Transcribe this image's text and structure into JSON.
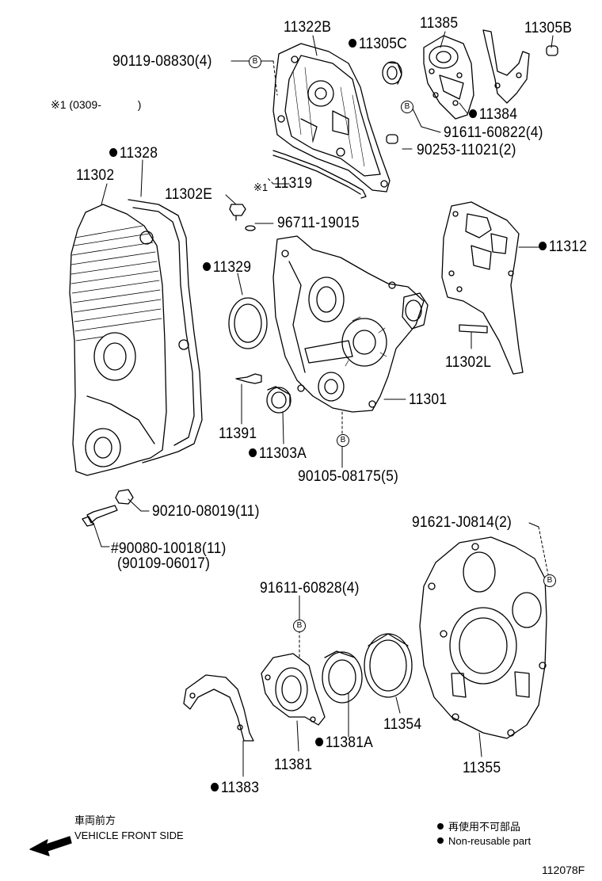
{
  "labels": {
    "p90119": "90119-08830(4)",
    "p11322B": "11322B",
    "p11305C": "11305C",
    "p11385": "11385",
    "p11305B": "11305B",
    "p11384": "11384",
    "p91611_60822": "91611-60822(4)",
    "p90253": "90253-11021(2)",
    "p11328": "11328",
    "p11302": "11302",
    "p11302E": "11302E",
    "p11319": "11319",
    "p96711": "96711-19015",
    "p11312": "11312",
    "p11329": "11329",
    "p11302L": "11302L",
    "p11301": "11301",
    "p11391": "11391",
    "p11303A": "11303A",
    "p90105": "90105-08175(5)",
    "p90210": "90210-08019(11)",
    "p90080": "#90080-10018(11)",
    "p90109": "(90109-06017)",
    "p91621": "91621-J0814(2)",
    "p91611_60828": "91611-60828(4)",
    "p11354": "11354",
    "p11381A": "11381A",
    "p11381": "11381",
    "p11355": "11355",
    "p11383": "11383"
  },
  "notes": {
    "remark": "※1 (0309-",
    "remark_close": ")",
    "remark_mark": "※1",
    "bolt_mark": "B",
    "front_jp": "車両前方",
    "front_en": "VEHICLE FRONT SIDE",
    "legend_jp": "再使用不可部品",
    "legend_en": "Non-reusable part",
    "drawing_no": "112078F"
  },
  "colors": {
    "ink": "#000000",
    "background": "#ffffff"
  },
  "icons": [
    "non-reusable-dot-icon",
    "bolt-b-icon",
    "front-arrow-icon"
  ]
}
